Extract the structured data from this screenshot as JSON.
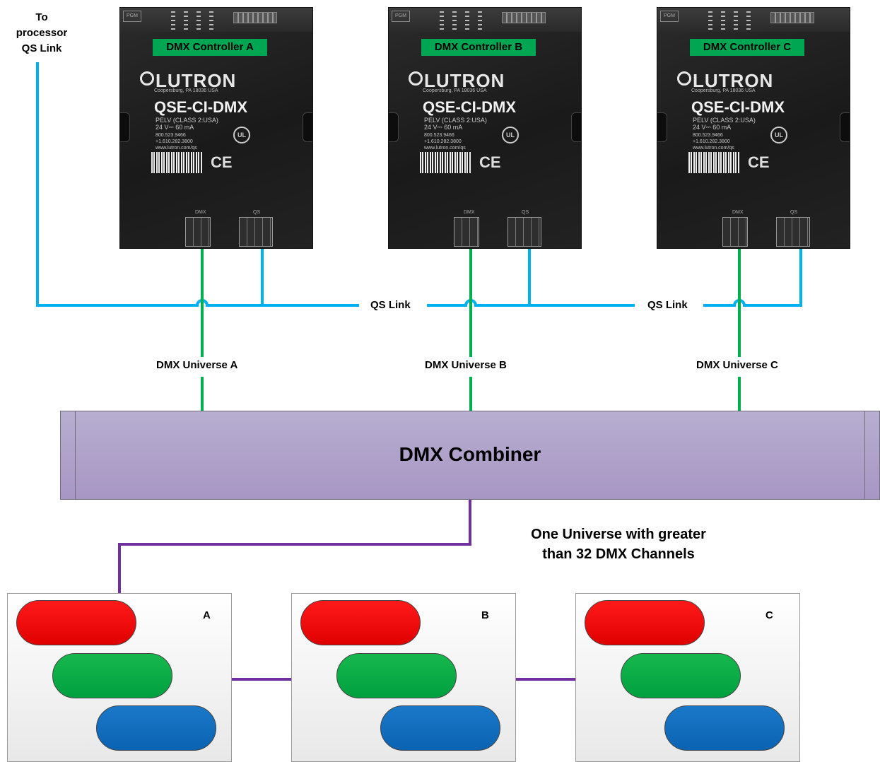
{
  "processor_label": [
    "To",
    "processor",
    "QS Link"
  ],
  "qs_link_labels": [
    "QS Link",
    "QS Link"
  ],
  "controllers": [
    {
      "tag": "DMX Controller A",
      "brand": "LUTRON",
      "address": "Coopersburg, PA 18036 USA",
      "model": "QSE-CI-DMX",
      "spec": [
        "PELV (CLASS 2:USA)",
        "24 V⎓ 60 mA",
        "800.523.9466",
        "+1.610.282.3800",
        "www.lutron.com/qs"
      ],
      "ce": "CE",
      "ul": "UL",
      "term_dmx": "DMX",
      "term_qs": "QS",
      "pgm": "PGM",
      "universe": "DMX Universe A"
    },
    {
      "tag": "DMX Controller B",
      "brand": "LUTRON",
      "address": "Coopersburg, PA 18036 USA",
      "model": "QSE-CI-DMX",
      "spec": [
        "PELV (CLASS 2:USA)",
        "24 V⎓ 60 mA",
        "800.523.9466",
        "+1.610.282.3800",
        "www.lutron.com/qs"
      ],
      "ce": "CE",
      "ul": "UL",
      "term_dmx": "DMX",
      "term_qs": "QS",
      "pgm": "PGM",
      "universe": "DMX Universe B"
    },
    {
      "tag": "DMX Controller C",
      "brand": "LUTRON",
      "address": "Coopersburg, PA 18036 USA",
      "model": "QSE-CI-DMX",
      "spec": [
        "PELV (CLASS 2:USA)",
        "24 V⎓ 60 mA",
        "800.523.9466",
        "+1.610.282.3800",
        "www.lutron.com/qs"
      ],
      "ce": "CE",
      "ul": "UL",
      "term_dmx": "DMX",
      "term_qs": "QS",
      "pgm": "PGM",
      "universe": "DMX Universe C"
    }
  ],
  "combiner": {
    "label": "DMX Combiner"
  },
  "caption": [
    "One Universe with greater",
    "than 32 DMX Channels"
  ],
  "fixtures": [
    {
      "letter": "A",
      "channels": [
        "red",
        "green",
        "blue"
      ]
    },
    {
      "letter": "B",
      "channels": [
        "red",
        "green",
        "blue"
      ]
    },
    {
      "letter": "C",
      "channels": [
        "red",
        "green",
        "blue"
      ]
    }
  ],
  "colors": {
    "qs_link": "#00b0f0",
    "dmx": "#00b050",
    "combined_dmx": "#7030a0",
    "tag": "#00a651",
    "combiner": "#b1a3cb"
  }
}
